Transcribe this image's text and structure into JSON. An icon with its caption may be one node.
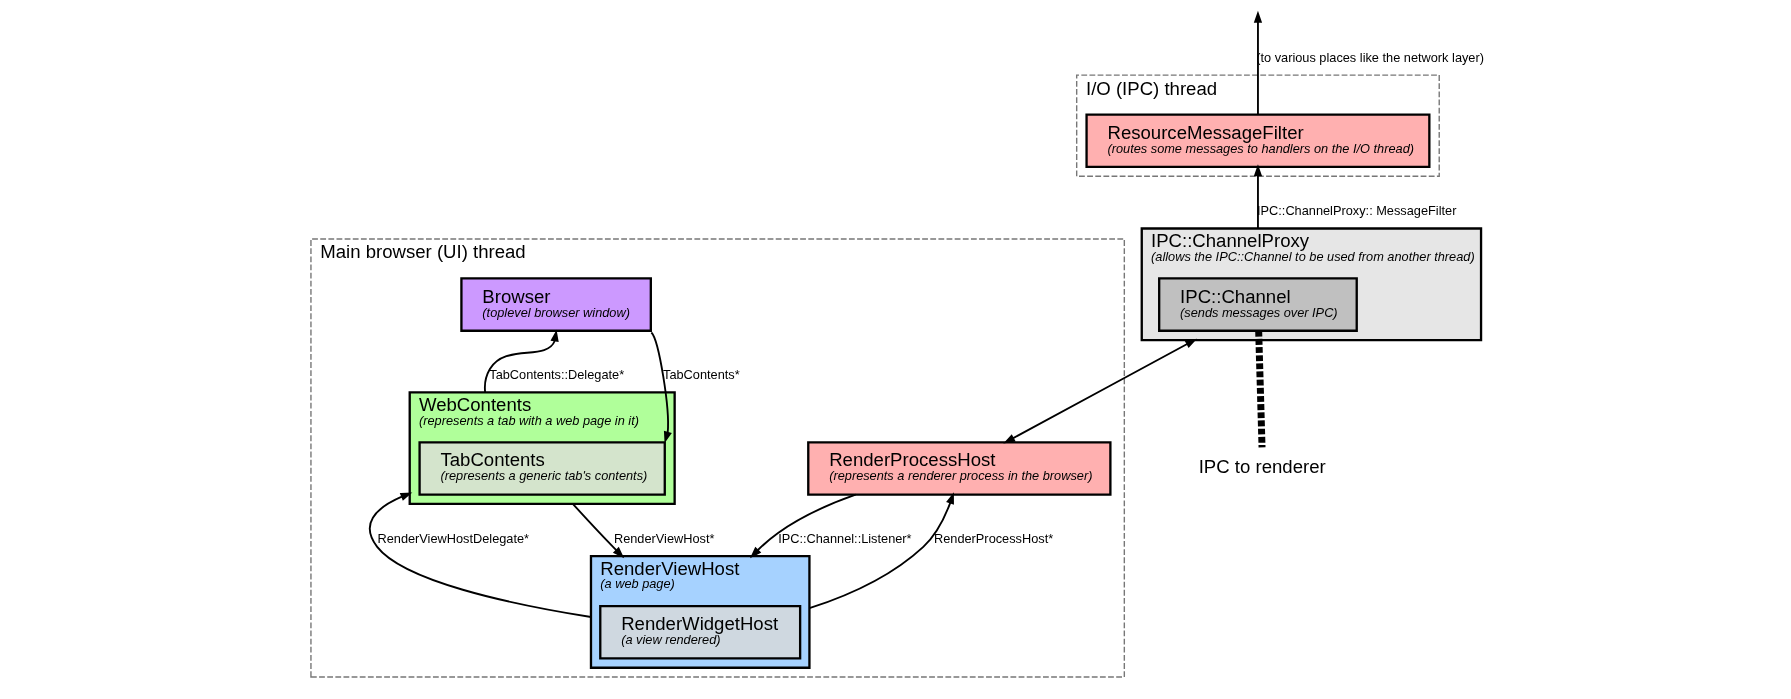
{
  "diagram": {
    "nodes": [
      {
        "text": [
          "I/O (IPC) thread"
        ]
      },
      {
        "text": [
          "ResourceMessageFilter",
          "(routes some messages to handlers on the I/O thread)"
        ],
        "in": 0
      },
      {
        "text": [
          "IPC::ChannelProxy",
          "(allows the IPC::Channel to be used from another thread)"
        ]
      },
      {
        "text": [
          "IPC::Channel",
          "(sends messages over IPC)"
        ],
        "in": 2
      },
      {
        "text": [
          "Main browser (UI) thread"
        ]
      },
      {
        "text": [
          "Browser",
          "(toplevel browser window)"
        ],
        "in": 4
      },
      {
        "text": [
          "WebContents",
          "(represents a tab with a web page in it)"
        ],
        "in": 4
      },
      {
        "text": [
          "TabContents",
          "(represents a generic tab's contents)"
        ],
        "in": 6
      },
      {
        "text": [
          "RenderProcessHost",
          "(represents a renderer process in the browser)"
        ],
        "in": 4
      },
      {
        "text": [
          "RenderViewHost",
          "(a web page)"
        ],
        "in": 4
      },
      {
        "text": [
          "RenderWidgetHost",
          "(a view rendered)"
        ],
        "in": 9
      },
      {
        "text": [
          "IPC to renderer"
        ]
      }
    ],
    "edges": [
      {
        "from": 1,
        "to": null,
        "arrow": "to",
        "label": "(to various places like the network layer)"
      },
      {
        "from": 2,
        "to": 1,
        "arrow": "to",
        "label": "IPC::ChannelProxy:: MessageFilter"
      },
      {
        "from": 2,
        "to": 8,
        "arrow": "both"
      },
      {
        "from": 8,
        "to": 9,
        "arrow": "to",
        "label": "IPC::Channel::Listener*"
      },
      {
        "from": 9,
        "to": 8,
        "arrow": "to",
        "label": "RenderProcessHost*"
      },
      {
        "from": 9,
        "to": 6,
        "arrow": "to",
        "label": "RenderViewHostDelegate*"
      },
      {
        "from": 6,
        "to": 9,
        "arrow": "to",
        "label": "RenderViewHost*"
      },
      {
        "from": 6,
        "to": 5,
        "arrow": "to",
        "label": "TabContents::Delegate*"
      },
      {
        "from": 5,
        "to": 7,
        "arrow": "to",
        "label": "TabContents*"
      },
      {
        "from": 3,
        "to": 11,
        "arrow": "none",
        "style": "dashed"
      }
    ]
  }
}
